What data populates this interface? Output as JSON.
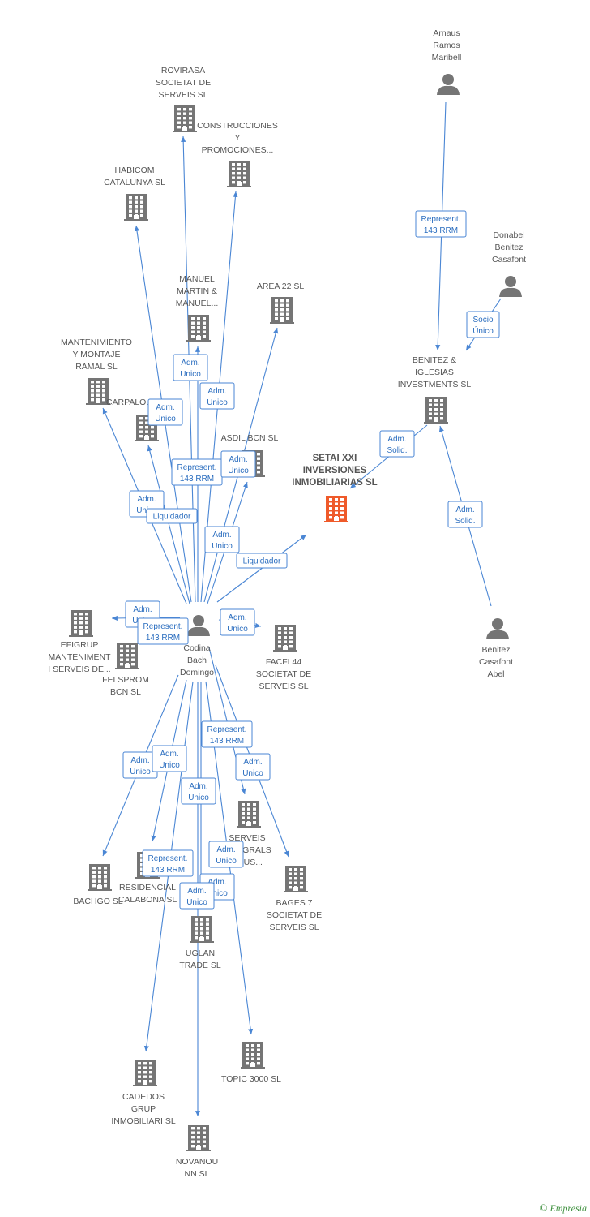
{
  "footer": {
    "copyright": "©",
    "brand": "Empresia"
  },
  "colors": {
    "company": "#757575",
    "person": "#757575",
    "focus": "#ef5a2a",
    "edge": "#4a86d4"
  },
  "nodes": [
    {
      "id": "rovirasa",
      "type": "company",
      "label": [
        "ROVIRASA",
        "SOCIETAT DE",
        "SERVEIS SL"
      ]
    },
    {
      "id": "construcciones",
      "type": "company",
      "label": [
        "CONSTRUCCIONES",
        "Y",
        "PROMOCIONES..."
      ]
    },
    {
      "id": "habicom",
      "type": "company",
      "label": [
        "HABICOM",
        "CATALUNYA SL"
      ]
    },
    {
      "id": "manuel",
      "type": "company",
      "label": [
        "MANUEL",
        "MARTIN &",
        "MANUEL..."
      ]
    },
    {
      "id": "area22",
      "type": "company",
      "label": [
        "AREA 22 SL"
      ]
    },
    {
      "id": "mantenimiento",
      "type": "company",
      "label": [
        "MANTENIMIENTO",
        "Y MONTAJE",
        "RAMAL SL"
      ]
    },
    {
      "id": "carpalo",
      "type": "company",
      "label": [
        "CARPALO..."
      ]
    },
    {
      "id": "asdil",
      "type": "company",
      "label": [
        "ASDIL BCN SL"
      ]
    },
    {
      "id": "setai",
      "type": "focus",
      "label": [
        "SETAI XXI",
        "INVERSIONES",
        "INMOBILIARIAS SL"
      ]
    },
    {
      "id": "arnaus",
      "type": "person",
      "label": [
        "Arnaus",
        "Ramos",
        "Maribell"
      ]
    },
    {
      "id": "donabel",
      "type": "person",
      "label": [
        "Donabel",
        "Benitez",
        "Casafont"
      ]
    },
    {
      "id": "benitezig",
      "type": "company",
      "label": [
        "BENITEZ &",
        "IGLESIAS",
        "INVESTMENTS SL"
      ]
    },
    {
      "id": "benitezabel",
      "type": "person",
      "label": [
        "Benitez",
        "Casafont",
        "Abel"
      ]
    },
    {
      "id": "codina",
      "type": "person",
      "label": [
        "Codina",
        "Bach",
        "Domingo"
      ]
    },
    {
      "id": "efigrup",
      "type": "company",
      "label": [
        "EFIGRUP",
        "MANTENIMENT",
        "I SERVEIS DE..."
      ]
    },
    {
      "id": "felsprom",
      "type": "company",
      "label": [
        "FELSPROM",
        "BCN SL"
      ]
    },
    {
      "id": "facfi",
      "type": "company",
      "label": [
        "FACFI 44",
        "SOCIETAT DE",
        "SERVEIS SL"
      ]
    },
    {
      "id": "serveis",
      "type": "company",
      "label": [
        "SERVEIS",
        "INTEGRALS",
        "ILLUS..."
      ]
    },
    {
      "id": "bachgo",
      "type": "company",
      "label": [
        "BACHGO SL"
      ]
    },
    {
      "id": "residencial",
      "type": "company",
      "label": [
        "RESIDENCIAL",
        "CALABONA SL"
      ]
    },
    {
      "id": "bages",
      "type": "company",
      "label": [
        "BAGES 7",
        "SOCIETAT DE",
        "SERVEIS SL"
      ]
    },
    {
      "id": "uglan",
      "type": "company",
      "label": [
        "UGLAN",
        "TRADE SL"
      ]
    },
    {
      "id": "topic",
      "type": "company",
      "label": [
        "TOPIC 3000 SL"
      ]
    },
    {
      "id": "cadedos",
      "type": "company",
      "label": [
        "CADEDOS",
        "GRUP",
        "INMOBILIARI SL"
      ]
    },
    {
      "id": "novanou",
      "type": "company",
      "label": [
        "NOVANOU",
        "NN SL"
      ]
    }
  ],
  "edges": [
    {
      "from": "arnaus",
      "to": "benitezig"
    },
    {
      "from": "donabel",
      "to": "benitezig"
    },
    {
      "from": "benitezig",
      "to": "setai"
    },
    {
      "from": "benitezabel",
      "to": "benitezig"
    },
    {
      "from": "codina",
      "to": "setai"
    },
    {
      "from": "codina",
      "to": "rovirasa"
    },
    {
      "from": "codina",
      "to": "construcciones"
    },
    {
      "from": "codina",
      "to": "habicom"
    },
    {
      "from": "codina",
      "to": "manuel"
    },
    {
      "from": "codina",
      "to": "area22"
    },
    {
      "from": "codina",
      "to": "mantenimiento"
    },
    {
      "from": "codina",
      "to": "carpalo"
    },
    {
      "from": "codina",
      "to": "asdil"
    },
    {
      "from": "codina",
      "to": "efigrup"
    },
    {
      "from": "codina",
      "to": "facfi"
    },
    {
      "from": "codina",
      "to": "serveis"
    },
    {
      "from": "codina",
      "to": "bachgo"
    },
    {
      "from": "codina",
      "to": "residencial"
    },
    {
      "from": "codina",
      "to": "bages"
    },
    {
      "from": "codina",
      "to": "uglan"
    },
    {
      "from": "codina",
      "to": "topic"
    },
    {
      "from": "codina",
      "to": "cadedos"
    },
    {
      "from": "codina",
      "to": "novanou"
    }
  ],
  "relations": [
    {
      "id": "r-arnaus",
      "lines": [
        "Represent.",
        "143 RRM"
      ]
    },
    {
      "id": "r-donabel",
      "lines": [
        "Socio",
        "Único"
      ]
    },
    {
      "id": "r-benitezig",
      "lines": [
        "Adm.",
        "Solid."
      ]
    },
    {
      "id": "r-abel",
      "lines": [
        "Adm.",
        "Solid."
      ]
    },
    {
      "id": "r-manuel",
      "lines": [
        "Adm.",
        "Unico"
      ]
    },
    {
      "id": "r-area22",
      "lines": [
        "Adm.",
        "Unico"
      ]
    },
    {
      "id": "r-carpalo",
      "lines": [
        "Adm.",
        "Unico"
      ]
    },
    {
      "id": "r-represent-1",
      "lines": [
        "Represent.",
        "143 RRM"
      ]
    },
    {
      "id": "r-asdil",
      "lines": [
        "Adm.",
        "Unico"
      ]
    },
    {
      "id": "r-mantenimiento",
      "lines": [
        "Adm.",
        "Unico"
      ]
    },
    {
      "id": "r-liquidador-1",
      "lines": [
        "Liquidador"
      ]
    },
    {
      "id": "r-unico-mid",
      "lines": [
        "Adm.",
        "Unico"
      ]
    },
    {
      "id": "r-liquidador-setai",
      "lines": [
        "Liquidador"
      ]
    },
    {
      "id": "r-efigrup",
      "lines": [
        "Adm.",
        "Unico"
      ]
    },
    {
      "id": "r-represent-2",
      "lines": [
        "Represent.",
        "143 RRM"
      ]
    },
    {
      "id": "r-facfi",
      "lines": [
        "Adm.",
        "Unico"
      ]
    },
    {
      "id": "r-represent-3",
      "lines": [
        "Represent.",
        "143 RRM"
      ]
    },
    {
      "id": "r-unico-a",
      "lines": [
        "Adm.",
        "Unico"
      ]
    },
    {
      "id": "r-unico-b",
      "lines": [
        "Adm.",
        "Unico"
      ]
    },
    {
      "id": "r-unico-c",
      "lines": [
        "Adm.",
        "Unico"
      ]
    },
    {
      "id": "r-unico-d",
      "lines": [
        "Adm.",
        "Unico"
      ]
    },
    {
      "id": "r-represent-4",
      "lines": [
        "Represent.",
        "143 RRM"
      ]
    },
    {
      "id": "r-unico-e",
      "lines": [
        "Adm.",
        "Unico"
      ]
    },
    {
      "id": "r-unico-f",
      "lines": [
        "Adm.",
        "Unico"
      ]
    },
    {
      "id": "r-unico-g",
      "lines": [
        "Adm.",
        "Unico"
      ]
    }
  ]
}
